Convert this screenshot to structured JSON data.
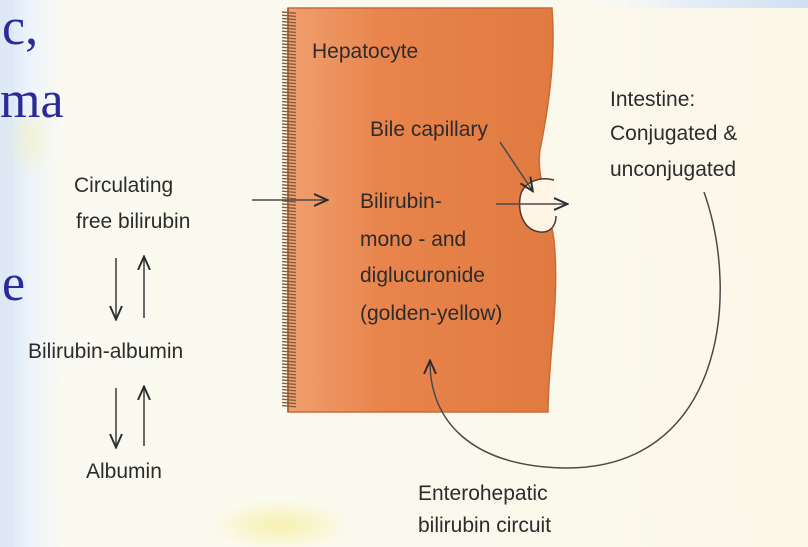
{
  "background_text": {
    "line1": "c,",
    "line2": "ma",
    "line3": "e"
  },
  "diagram": {
    "hepatocyte_label": "Hepatocyte",
    "bile_capillary_label": "Bile capillary",
    "circulating": [
      "Circulating",
      "free bilirubin"
    ],
    "bilirubin_albumin": "Bilirubin-albumin",
    "albumin": "Albumin",
    "conjugate": [
      "Bilirubin-",
      "mono - and",
      "diglucuronide",
      "(golden-yellow)"
    ],
    "intestine": [
      "Intestine:",
      "Conjugated &",
      "unconjugated"
    ],
    "enterohepatic": [
      "Enterohepatic",
      "bilirubin circuit"
    ]
  },
  "colors": {
    "hepatocyte_fill": "#e8824a",
    "hepatocyte_edge": "#c96a3a",
    "membrane": "#8a5a3a",
    "text": "#2c2c2c",
    "slide_text": "#2a2a9a"
  }
}
